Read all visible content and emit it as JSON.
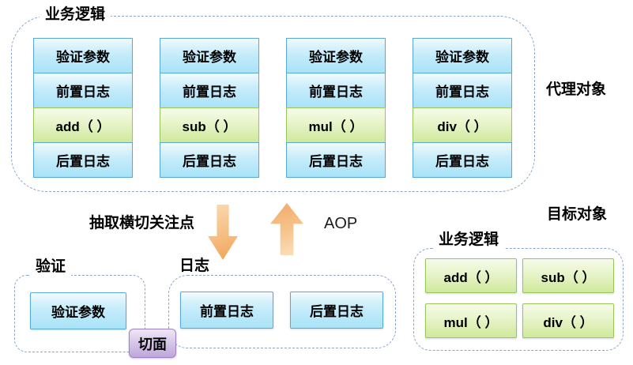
{
  "proxy": {
    "box_label": "业务逻辑",
    "side_label": "代理对象",
    "columns": [
      {
        "cells": [
          "验证参数",
          "前置日志",
          "add（ ）",
          "后置日志"
        ]
      },
      {
        "cells": [
          "验证参数",
          "前置日志",
          "sub（ ）",
          "后置日志"
        ]
      },
      {
        "cells": [
          "验证参数",
          "前置日志",
          "mul（ ）",
          "后置日志"
        ]
      },
      {
        "cells": [
          "验证参数",
          "前置日志",
          "div（ ）",
          "后置日志"
        ]
      }
    ]
  },
  "middle": {
    "extract_label": "抽取横切关注点",
    "aop_label": "AOP"
  },
  "validate_box": {
    "label": "验证",
    "cell": "验证参数"
  },
  "log_box": {
    "label": "日志",
    "cells": [
      "前置日志",
      "后置日志"
    ]
  },
  "aspect_label": "切面",
  "target": {
    "side_label": "目标对象",
    "box_label": "业务逻辑",
    "cells": [
      "add（ ）",
      "sub（ ）",
      "mul（ ）",
      "div（ ）"
    ]
  },
  "colors": {
    "blue_cell": "#a9e3f7",
    "blue_border": "#58a9d9",
    "green_cell": "#d0e99b",
    "green_border": "#9ac45c",
    "purple_cell": "#bfa6da",
    "arrow_orange": "#f2a55e",
    "dashed_outline": "#8ba4c9"
  }
}
